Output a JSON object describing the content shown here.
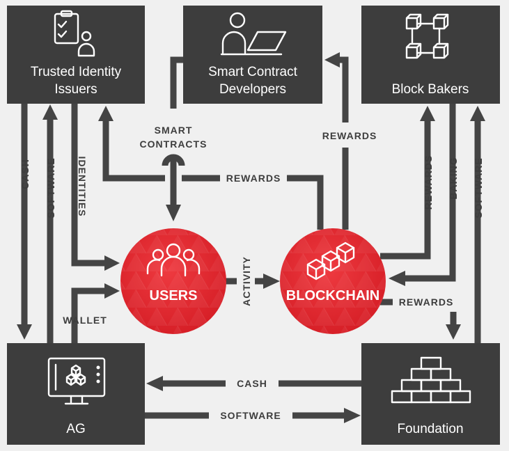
{
  "nodes": {
    "trusted_identity_issuers": {
      "line1": "Trusted Identity",
      "line2": "Issuers",
      "icon": "clipboard-checklist-person-icon"
    },
    "smart_contract_developers": {
      "line1": "Smart Contract",
      "line2": "Developers",
      "icon": "person-laptop-icon"
    },
    "block_bakers": {
      "label": "Block Bakers",
      "icon": "chained-blocks-icon"
    },
    "users": {
      "label": "USERS",
      "icon": "people-group-icon"
    },
    "blockchain": {
      "label": "BLOCKCHAIN",
      "icon": "cubes-icon"
    },
    "ag": {
      "label": "AG",
      "icon": "monitor-cubes-icon"
    },
    "foundation": {
      "label": "Foundation",
      "icon": "stacked-bricks-icon"
    }
  },
  "flows": {
    "cash_issuers": "CASH",
    "software_issuers": "SOFTWARE",
    "identities": "IDENTITIES",
    "wallet": "WALLET",
    "smart_contracts_line1": "SMART",
    "smart_contracts_line2": "CONTRACTS",
    "rewards_issuers": "REWARDS",
    "rewards_developers": "REWARDS",
    "activity": "ACTIVITY",
    "rewards_bakers": "REWARDS",
    "baking": "BAKING",
    "software_bakers": "SOFTWARE",
    "rewards_foundation": "REWARDS",
    "cash_ag": "CASH",
    "software_ag": "SOFTWARE"
  },
  "colors": {
    "box": "#3d3d3d",
    "arrow": "#444444",
    "circle_red": "#e0242c",
    "background": "#f0f0f0",
    "text_white": "#ffffff"
  }
}
